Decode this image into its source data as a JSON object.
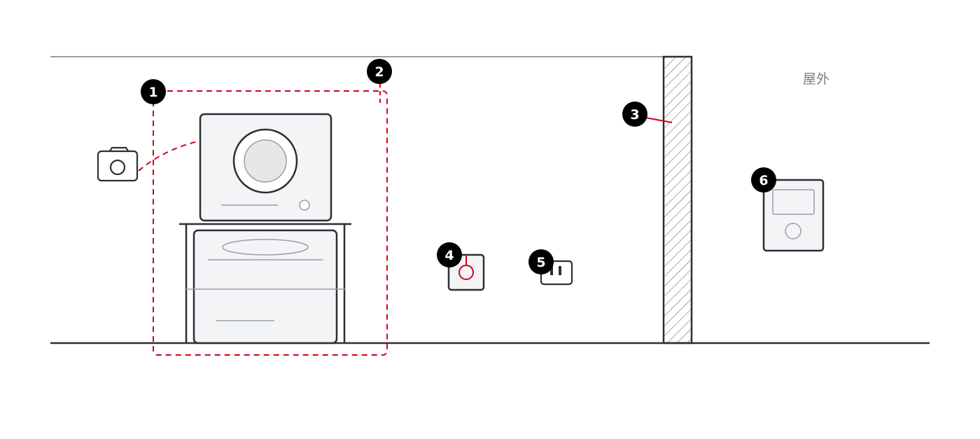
{
  "colors": {
    "accent": "#d0021b",
    "line": "#2b2f36",
    "light_fill": "#f3f4f6",
    "ceiling": "#9a9ea5",
    "drum": "#e6e7e9",
    "label": "#7a7d82"
  },
  "labels": {
    "outdoor": "屋外"
  },
  "markers": {
    "m1": "1",
    "m2": "2",
    "m3": "3",
    "m4": "4",
    "m5": "5",
    "m6": "6"
  },
  "icons": {
    "camera": "camera-icon",
    "dryer": "dryer-icon",
    "washer": "washer-icon",
    "faucet": "faucet-icon",
    "outlet": "outlet-icon",
    "vent": "vent-hood-icon",
    "wall": "wall-hatch"
  }
}
